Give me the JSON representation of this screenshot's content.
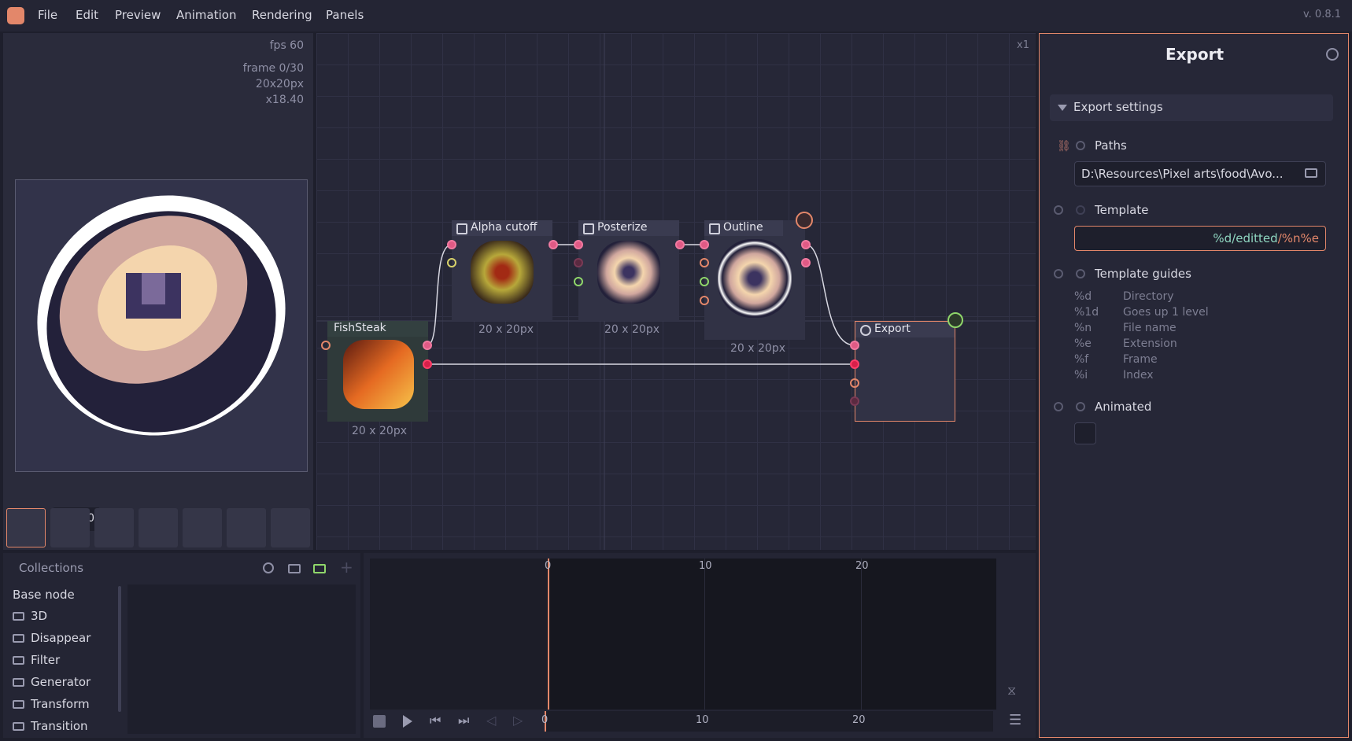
{
  "menu": {
    "items": [
      "File",
      "Edit",
      "Preview",
      "Animation",
      "Rendering",
      "Panels"
    ],
    "version": "v. 0.8.1"
  },
  "preview": {
    "fps": "fps 60",
    "frame": "frame 0/30",
    "size": "20x20px",
    "zoom": "x18.40",
    "frame_input": "10"
  },
  "graph": {
    "zoom": "x1",
    "nodes": {
      "fishsteak": {
        "title": "FishSteak",
        "dim": "20 x 20px"
      },
      "alpha": {
        "title": "Alpha cutoff",
        "dim": "20 x 20px"
      },
      "posterize": {
        "title": "Posterize",
        "dim": "20 x 20px"
      },
      "outline": {
        "title": "Outline",
        "dim": "20 x 20px"
      },
      "export": {
        "title": "Export"
      }
    }
  },
  "inspector": {
    "title": "Export",
    "section": "Export settings",
    "paths_label": "Paths",
    "paths_value": "D:\\Resources\\Pixel arts\\food\\Avo...",
    "template_label": "Template",
    "template_value_dir": "%d/editted",
    "template_value_sep": "/",
    "template_value_name": "%n%e",
    "guides_label": "Template guides",
    "guides": [
      {
        "key": "%d",
        "desc": "Directory"
      },
      {
        "key": "%1d",
        "desc": "Goes up 1 level"
      },
      {
        "key": "%n",
        "desc": "File name"
      },
      {
        "key": "%e",
        "desc": "Extension"
      },
      {
        "key": "%f",
        "desc": "Frame"
      },
      {
        "key": "%i",
        "desc": "Index"
      }
    ],
    "animated_label": "Animated"
  },
  "collections": {
    "title": "Collections",
    "base": "Base node",
    "folders": [
      "3D",
      "Disappear",
      "Filter",
      "Generator",
      "Transform",
      "Transition"
    ]
  },
  "timeline": {
    "ticks": [
      "0",
      "10",
      "20"
    ]
  },
  "colors": {
    "accent": "#e3876a",
    "wire_pink": "#e05a85",
    "wire_red": "#d8204a",
    "panel_bg": "#262737"
  }
}
